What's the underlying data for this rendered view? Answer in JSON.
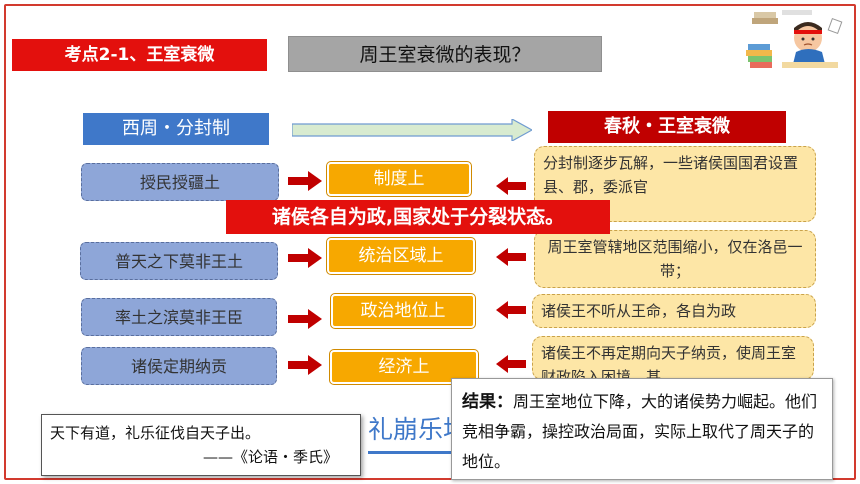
{
  "header": {
    "topic": "考点2-1、王室衰微",
    "question": "周王室衰微的表现？"
  },
  "columns": {
    "left": "西周・分封制",
    "right": "春秋・王室衰微"
  },
  "rows": [
    {
      "left": "授民授疆土",
      "middle": "制度上",
      "right": "分封制逐步瓦解，一些诸侯国国君设置县、郡，委派官"
    },
    {
      "left": "普天之下莫非王土",
      "middle": "统治区域上",
      "right": "周王室管辖地区范围缩小，仅在洛邑一带；"
    },
    {
      "left": "率土之滨莫非王臣",
      "middle": "政治地位上",
      "right": "诸侯王不听从王命，各自为政"
    },
    {
      "left": "诸侯定期纳贡",
      "middle": "经济上",
      "right": "诸侯王不再定期向天子纳贡，使周王室财政陷入困境，甚"
    }
  ],
  "overlay": "诸侯各自为政,国家处于分裂状态。",
  "quote": {
    "line1": "天下有道，礼乐征伐自天子出。",
    "line2": "——《论语・季氏》"
  },
  "libeng": "礼崩乐坏",
  "result": {
    "label": "结果：",
    "text": "周王室地位下降，大的诸侯势力崛起。他们竞相争霸，操控政治局面，实际上取代了周天子的地位。"
  },
  "colors": {
    "red": "#e3100d",
    "blue": "#3f78c9",
    "orange": "#f7a800",
    "cream": "#fde6a6",
    "arrow": "#c00000"
  }
}
